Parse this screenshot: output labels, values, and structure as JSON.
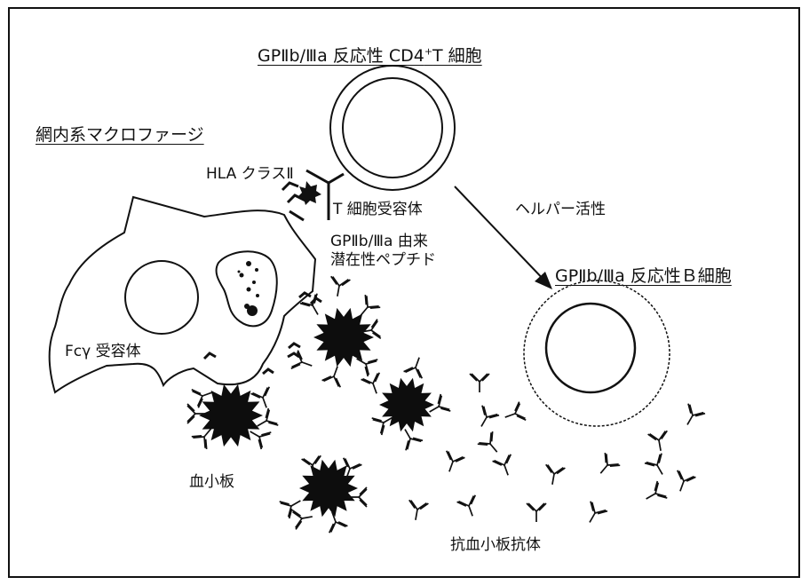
{
  "labels": {
    "tcell_title_pre": "GPⅡb/Ⅲa 反応性 CD4",
    "tcell_title_sup": "+",
    "tcell_title_post": "T 細胞",
    "macrophage_title": "網内系マクロファージ",
    "hla": "HLA クラスⅡ",
    "tcr": "T 細胞受容体",
    "peptide_line1": "GPⅡb/Ⅲa 由来",
    "peptide_line2": "潜在性ペプチド",
    "helper": "ヘルパー活性",
    "bcell_title": "GPⅡb/Ⅲa 反応性Ｂ細胞",
    "fc_receptor": "Fcγ 受容体",
    "platelet": "血小板",
    "antibody": "抗血小板抗体"
  },
  "colors": {
    "ink": "#111111",
    "background": "#ffffff",
    "platelet": "#0d0d0d"
  }
}
